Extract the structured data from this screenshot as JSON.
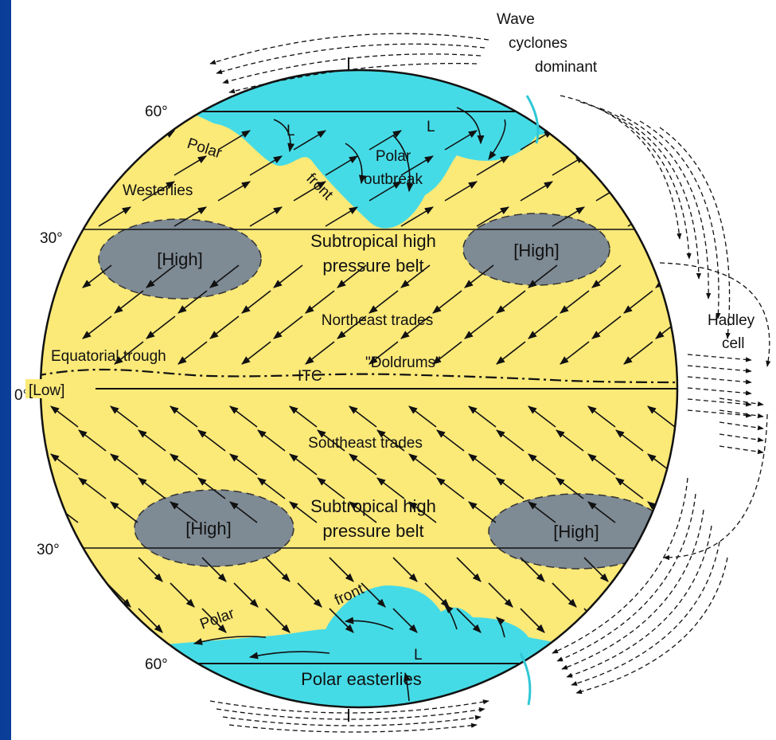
{
  "colors": {
    "background_blue": "#0d47a8",
    "panel": "#ffffff",
    "earth_yellow": "#fbe978",
    "polar_cyan": "#45dbe6",
    "high_gray": "#7e8a94",
    "ink": "#111111"
  },
  "labels": {
    "wave_cyclones": [
      "Wave",
      "cyclones",
      "dominant"
    ],
    "hadley": [
      "Hadley",
      "cell"
    ],
    "lat_60_n": "60°",
    "lat_30_n": "30°",
    "lat_0": "0°",
    "lat_30_s": "30°",
    "lat_60_s": "60°",
    "polar_n": "Polar",
    "front_n": "front",
    "westerlies": "Westerlies",
    "polar_outbreak": [
      "Polar",
      "outbreak"
    ],
    "low_l_1": "L",
    "low_l_2": "L",
    "low_l_3": "L",
    "high_nw": "[High]",
    "high_ne": "[High]",
    "high_sw": "[High]",
    "high_se": "[High]",
    "subtropical_n": [
      "Subtropical high",
      "pressure belt"
    ],
    "northeast_trades": "Northeast trades",
    "equatorial_trough": "Equatorial trough",
    "itc": "ITC",
    "doldrums": "\"Doldrums\"",
    "low_eq": "[Low]",
    "southeast_trades": "Southeast trades",
    "subtropical_s": [
      "Subtropical high",
      "pressure belt"
    ],
    "front_s": "front",
    "polar_s": "Polar",
    "polar_easterlies": "Polar easterlies"
  }
}
